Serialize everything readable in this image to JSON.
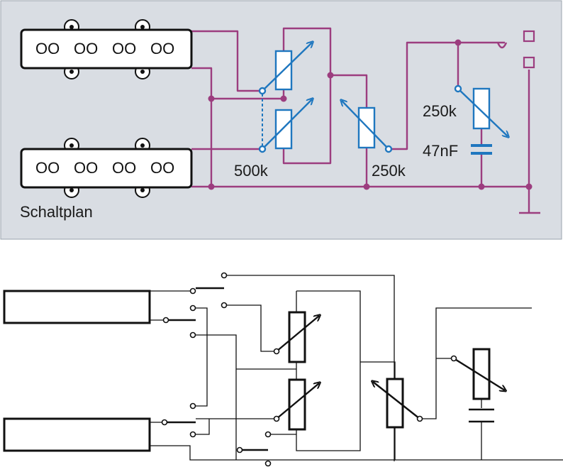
{
  "diagram": {
    "caption": "Schaltplan",
    "pickups": {
      "pole_label": "OO"
    },
    "components": {
      "pot_volume": {
        "label": "500k"
      },
      "pot_tone": {
        "label": "250k"
      },
      "pot_treble": {
        "label": "250k"
      },
      "capacitor": {
        "label": "47nF"
      }
    },
    "colors": {
      "panel": "#d9dde3",
      "wire_top": "#9c3d7f",
      "component": "#1f77bf",
      "wire_bottom": "#111111"
    }
  }
}
